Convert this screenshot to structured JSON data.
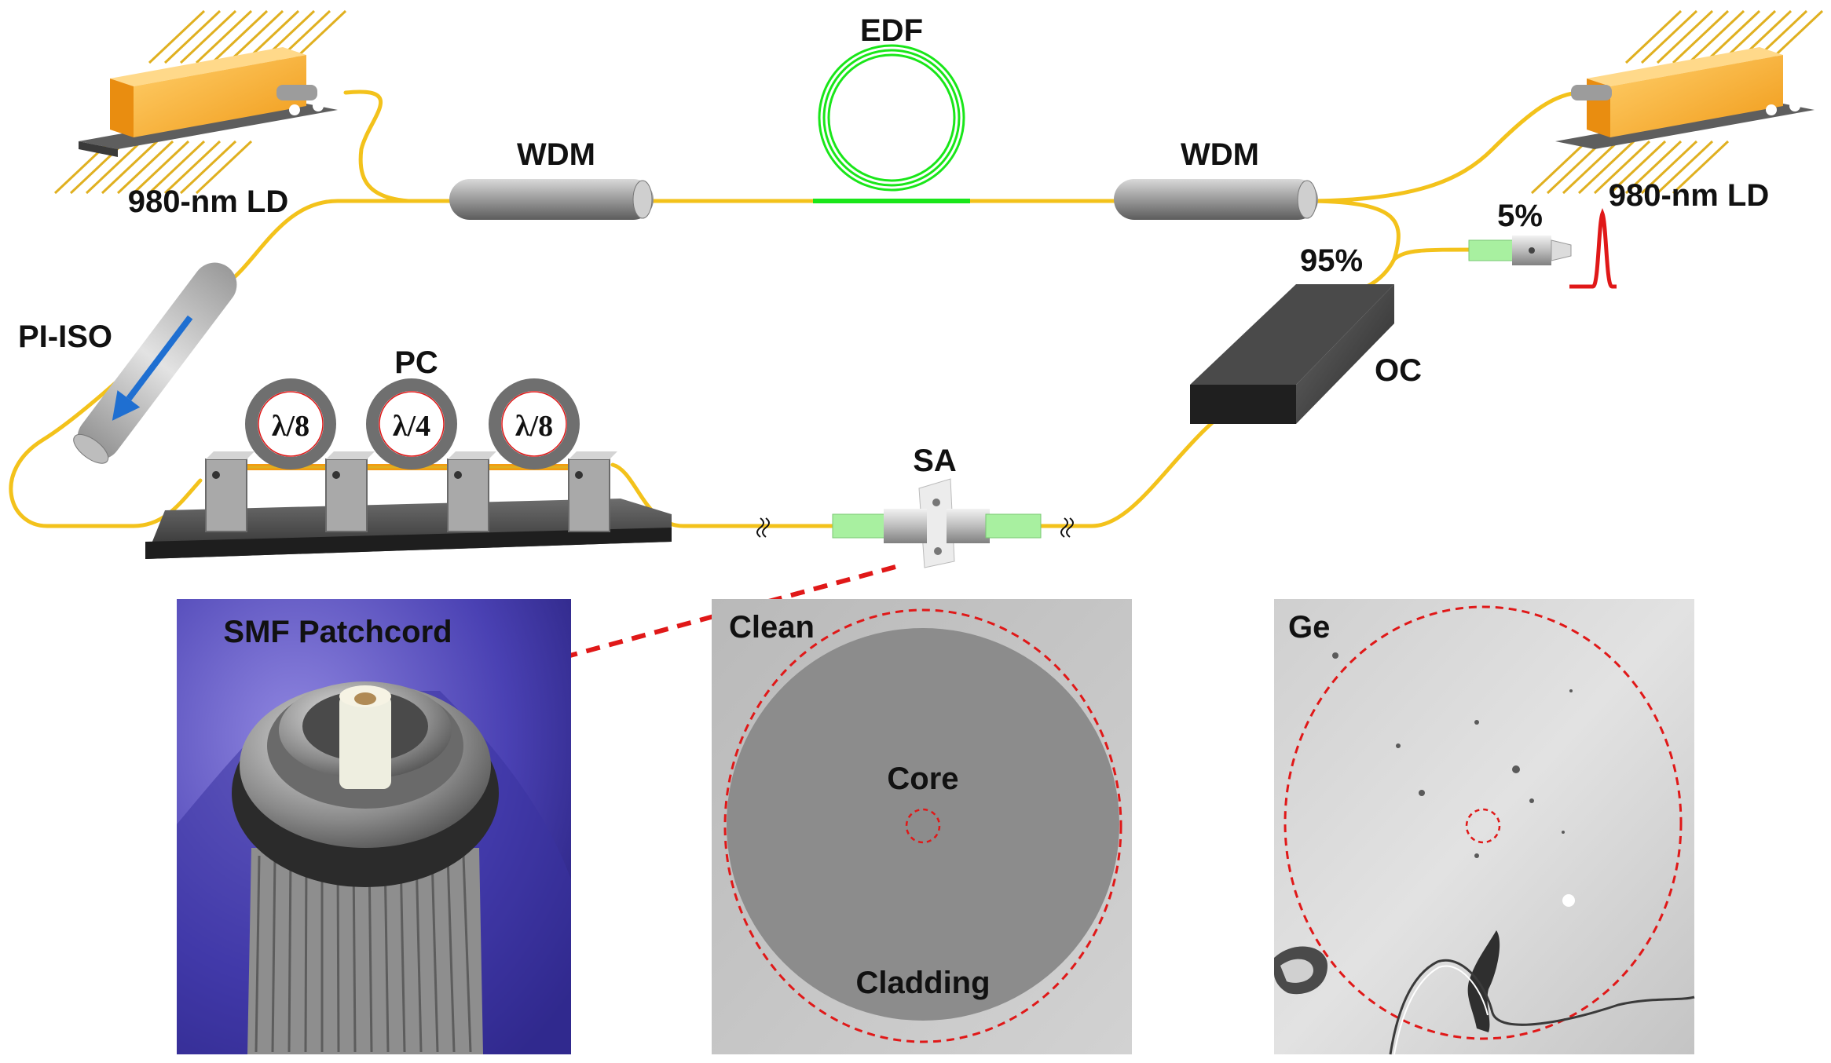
{
  "labels": {
    "edf": "EDF",
    "wdm_left": "WDM",
    "wdm_right": "WDM",
    "ld_left": "980-nm LD",
    "ld_right": "980-nm LD",
    "pi_iso": "PI-ISO",
    "pc": "PC",
    "pc_plates": [
      "λ/8",
      "λ/4",
      "λ/8"
    ],
    "sa": "SA",
    "oc": "OC",
    "ratio_95": "95%",
    "ratio_5": "5%"
  },
  "panels": {
    "patchcord": "SMF Patchcord",
    "clean": "Clean",
    "core": "Core",
    "cladding": "Cladding",
    "ge": "Ge"
  },
  "colors": {
    "fiber": "#f3c21b",
    "edf": "#19e619",
    "pulse": "#e01818",
    "arrow": "#e01818",
    "iso_arrow": "#1f6fd1",
    "ld_body": "#f6a623"
  }
}
